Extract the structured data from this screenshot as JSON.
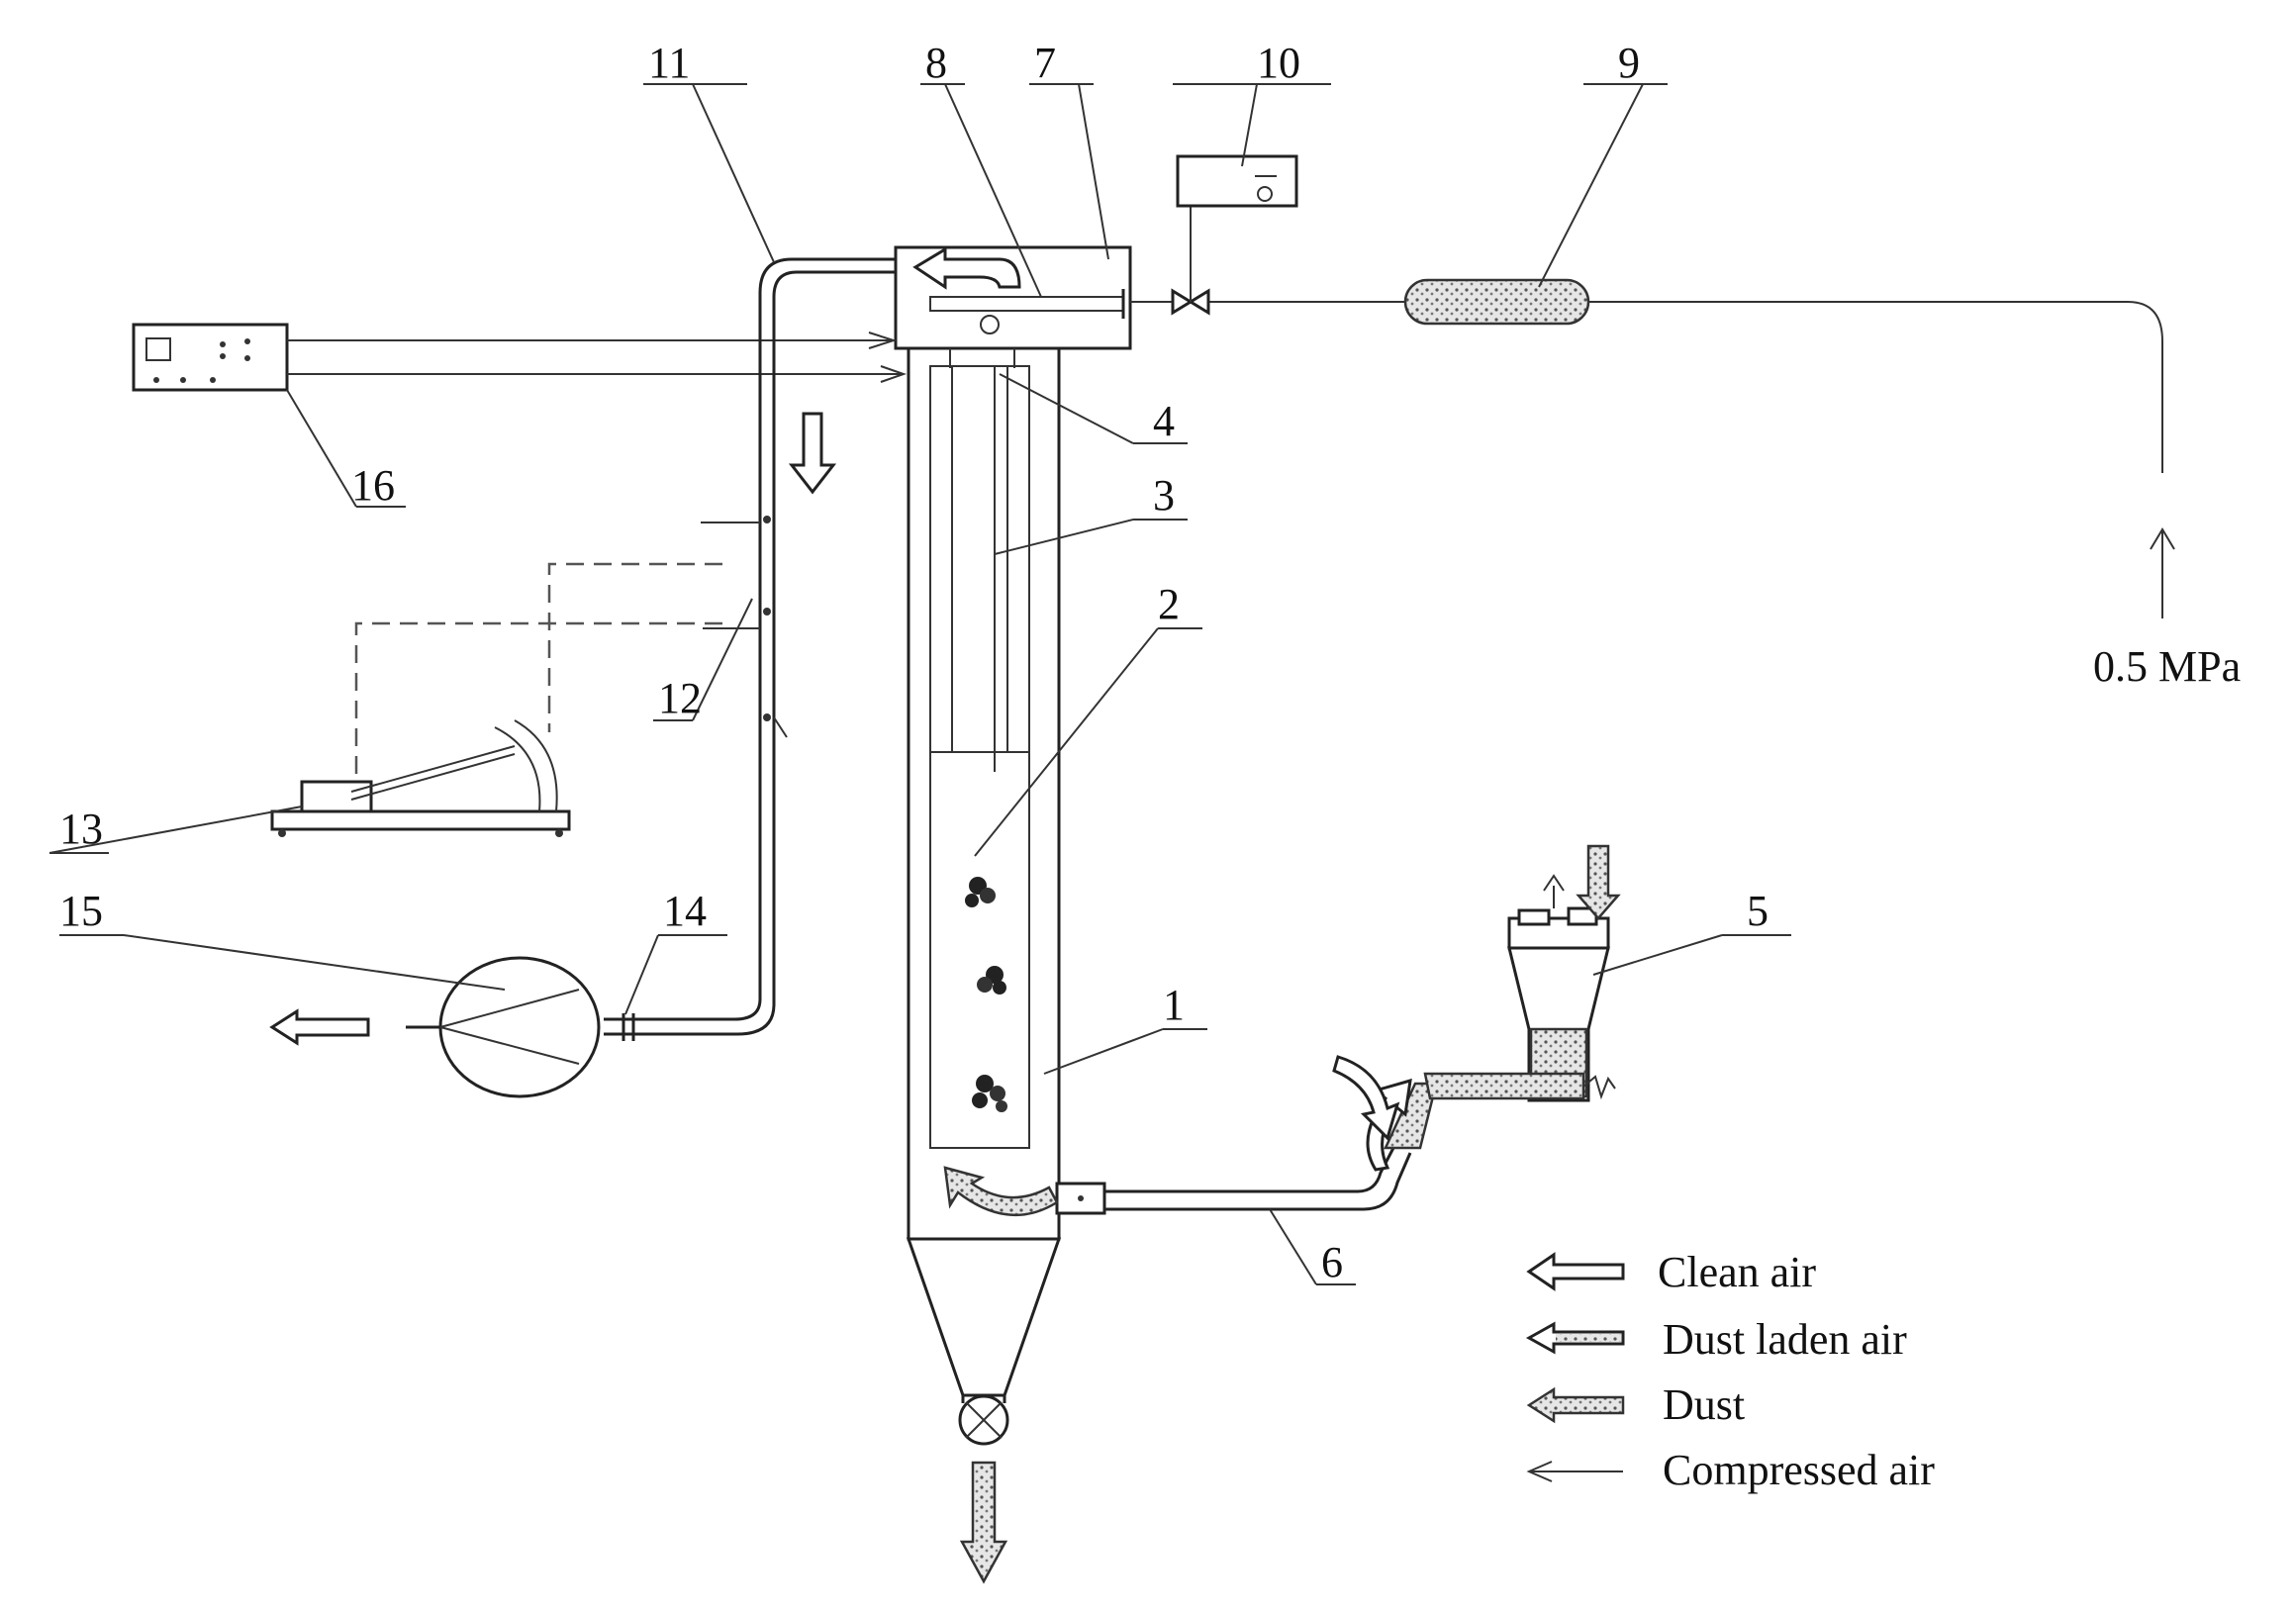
{
  "labels": {
    "n1": "1",
    "n2": "2",
    "n3": "3",
    "n4": "4",
    "n5": "5",
    "n6": "6",
    "n7": "7",
    "n8": "8",
    "n9": "9",
    "n10": "10",
    "n11": "11",
    "n12": "12",
    "n13": "13",
    "n14": "14",
    "n15": "15",
    "n16": "16"
  },
  "pressure": "0.5 MPa",
  "legend": {
    "clean_air": "Clean air",
    "dust_laden_air": "Dust laden air",
    "dust": "Dust",
    "compressed_air": "Compressed air"
  }
}
